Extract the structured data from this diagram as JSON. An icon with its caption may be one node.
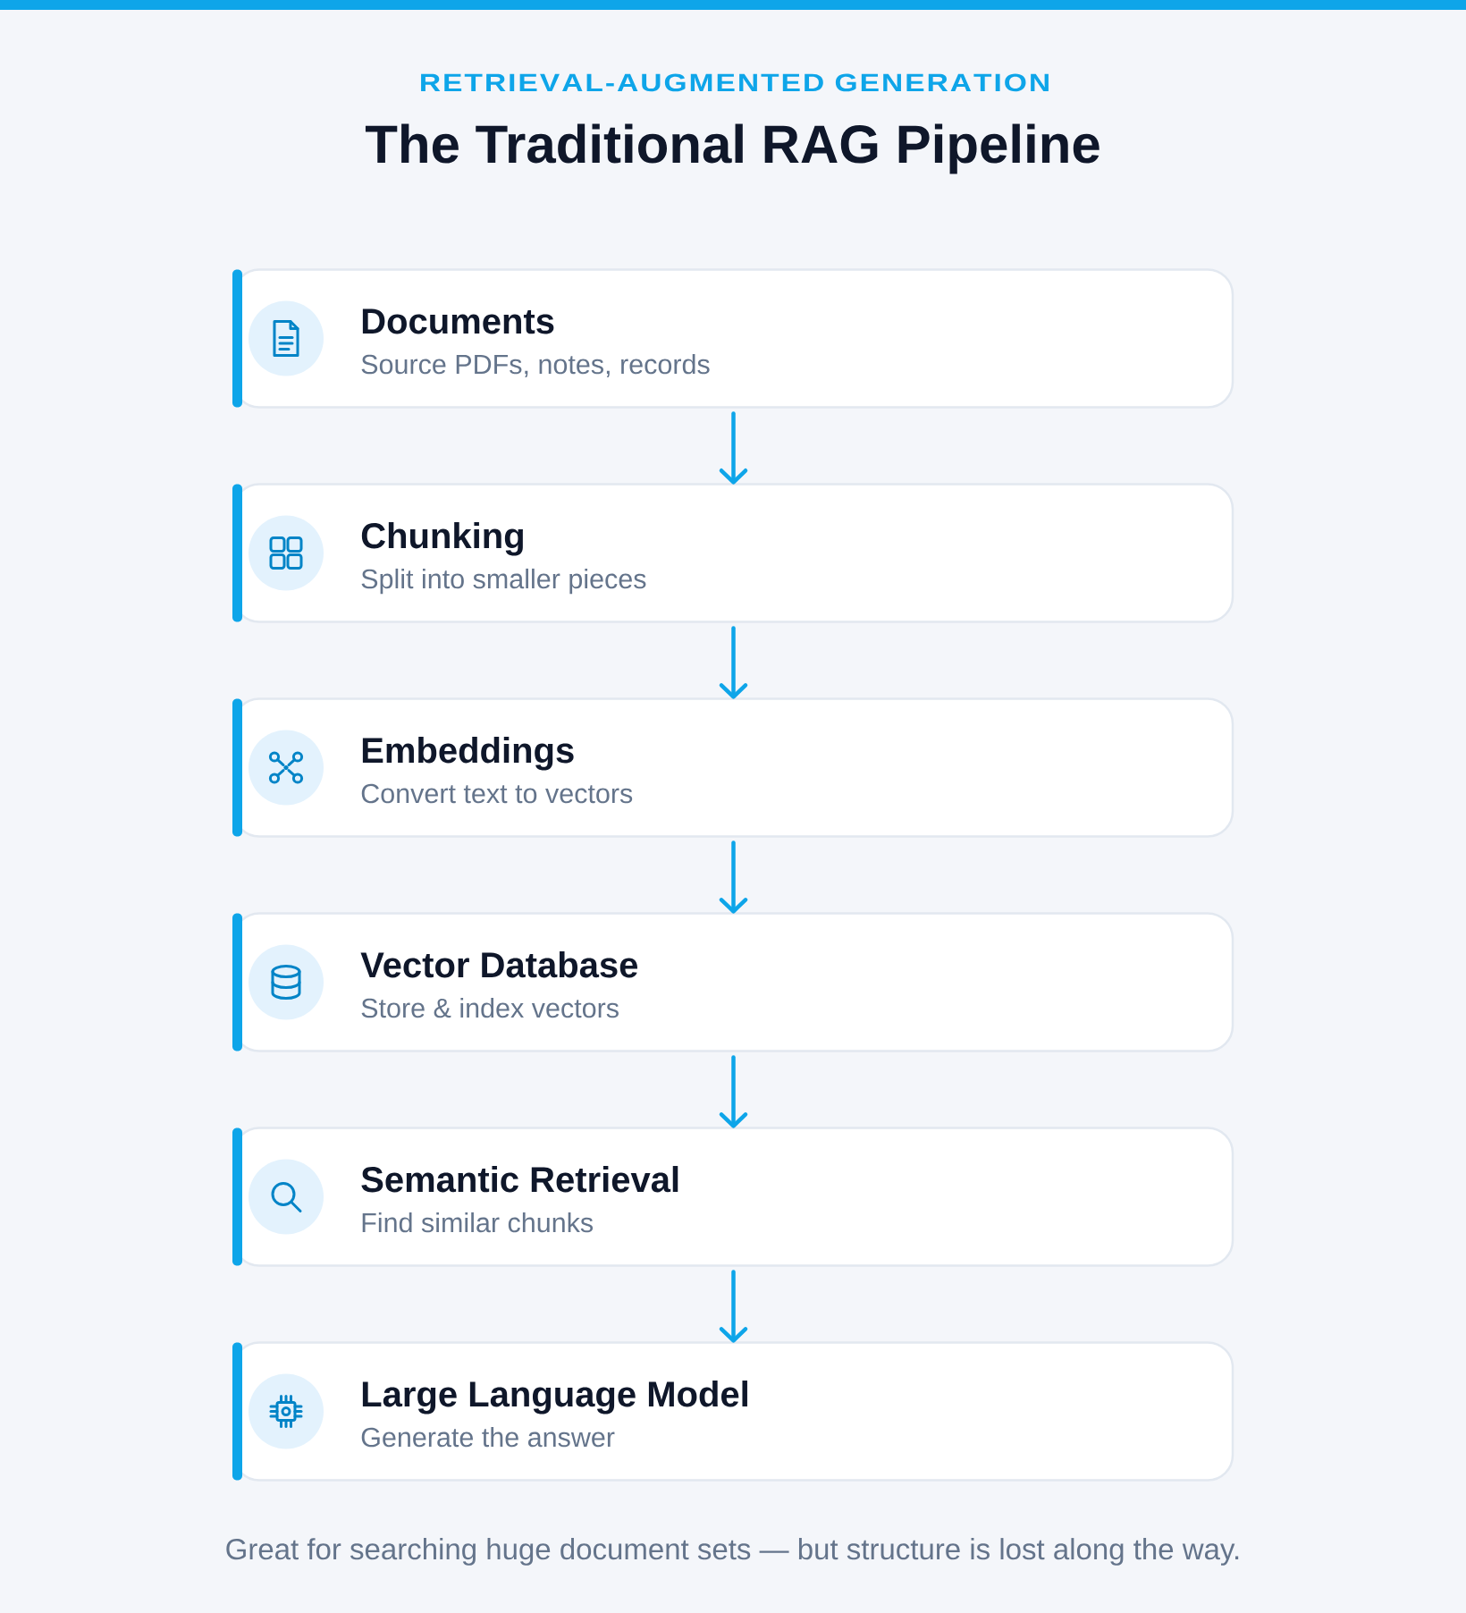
{
  "diagram": {
    "title": "The Traditional RAG Pipeline",
    "caption": "Great for searching huge document sets — but structure is lost along the way.",
    "labels": [
      "RETRIEVAL-AUGMENTED GENERATION"
    ],
    "nodes": [
      {
        "text": [
          "Documents",
          "Source PDFs, notes, records"
        ]
      },
      {
        "text": [
          "Chunking",
          "Split into smaller pieces"
        ]
      },
      {
        "text": [
          "Embeddings",
          "Convert text to vectors"
        ]
      },
      {
        "text": [
          "Vector Database",
          "Store & index vectors"
        ]
      },
      {
        "text": [
          "Semantic Retrieval",
          "Find similar chunks"
        ]
      },
      {
        "text": [
          "Large Language Model",
          "Generate the answer"
        ]
      }
    ],
    "edges": [
      {
        "from": 0,
        "to": 1,
        "arrow": "to"
      },
      {
        "from": 1,
        "to": 2,
        "arrow": "to"
      },
      {
        "from": 2,
        "to": 3,
        "arrow": "to"
      },
      {
        "from": 3,
        "to": 4,
        "arrow": "to"
      },
      {
        "from": 4,
        "to": 5,
        "arrow": "to"
      }
    ]
  }
}
